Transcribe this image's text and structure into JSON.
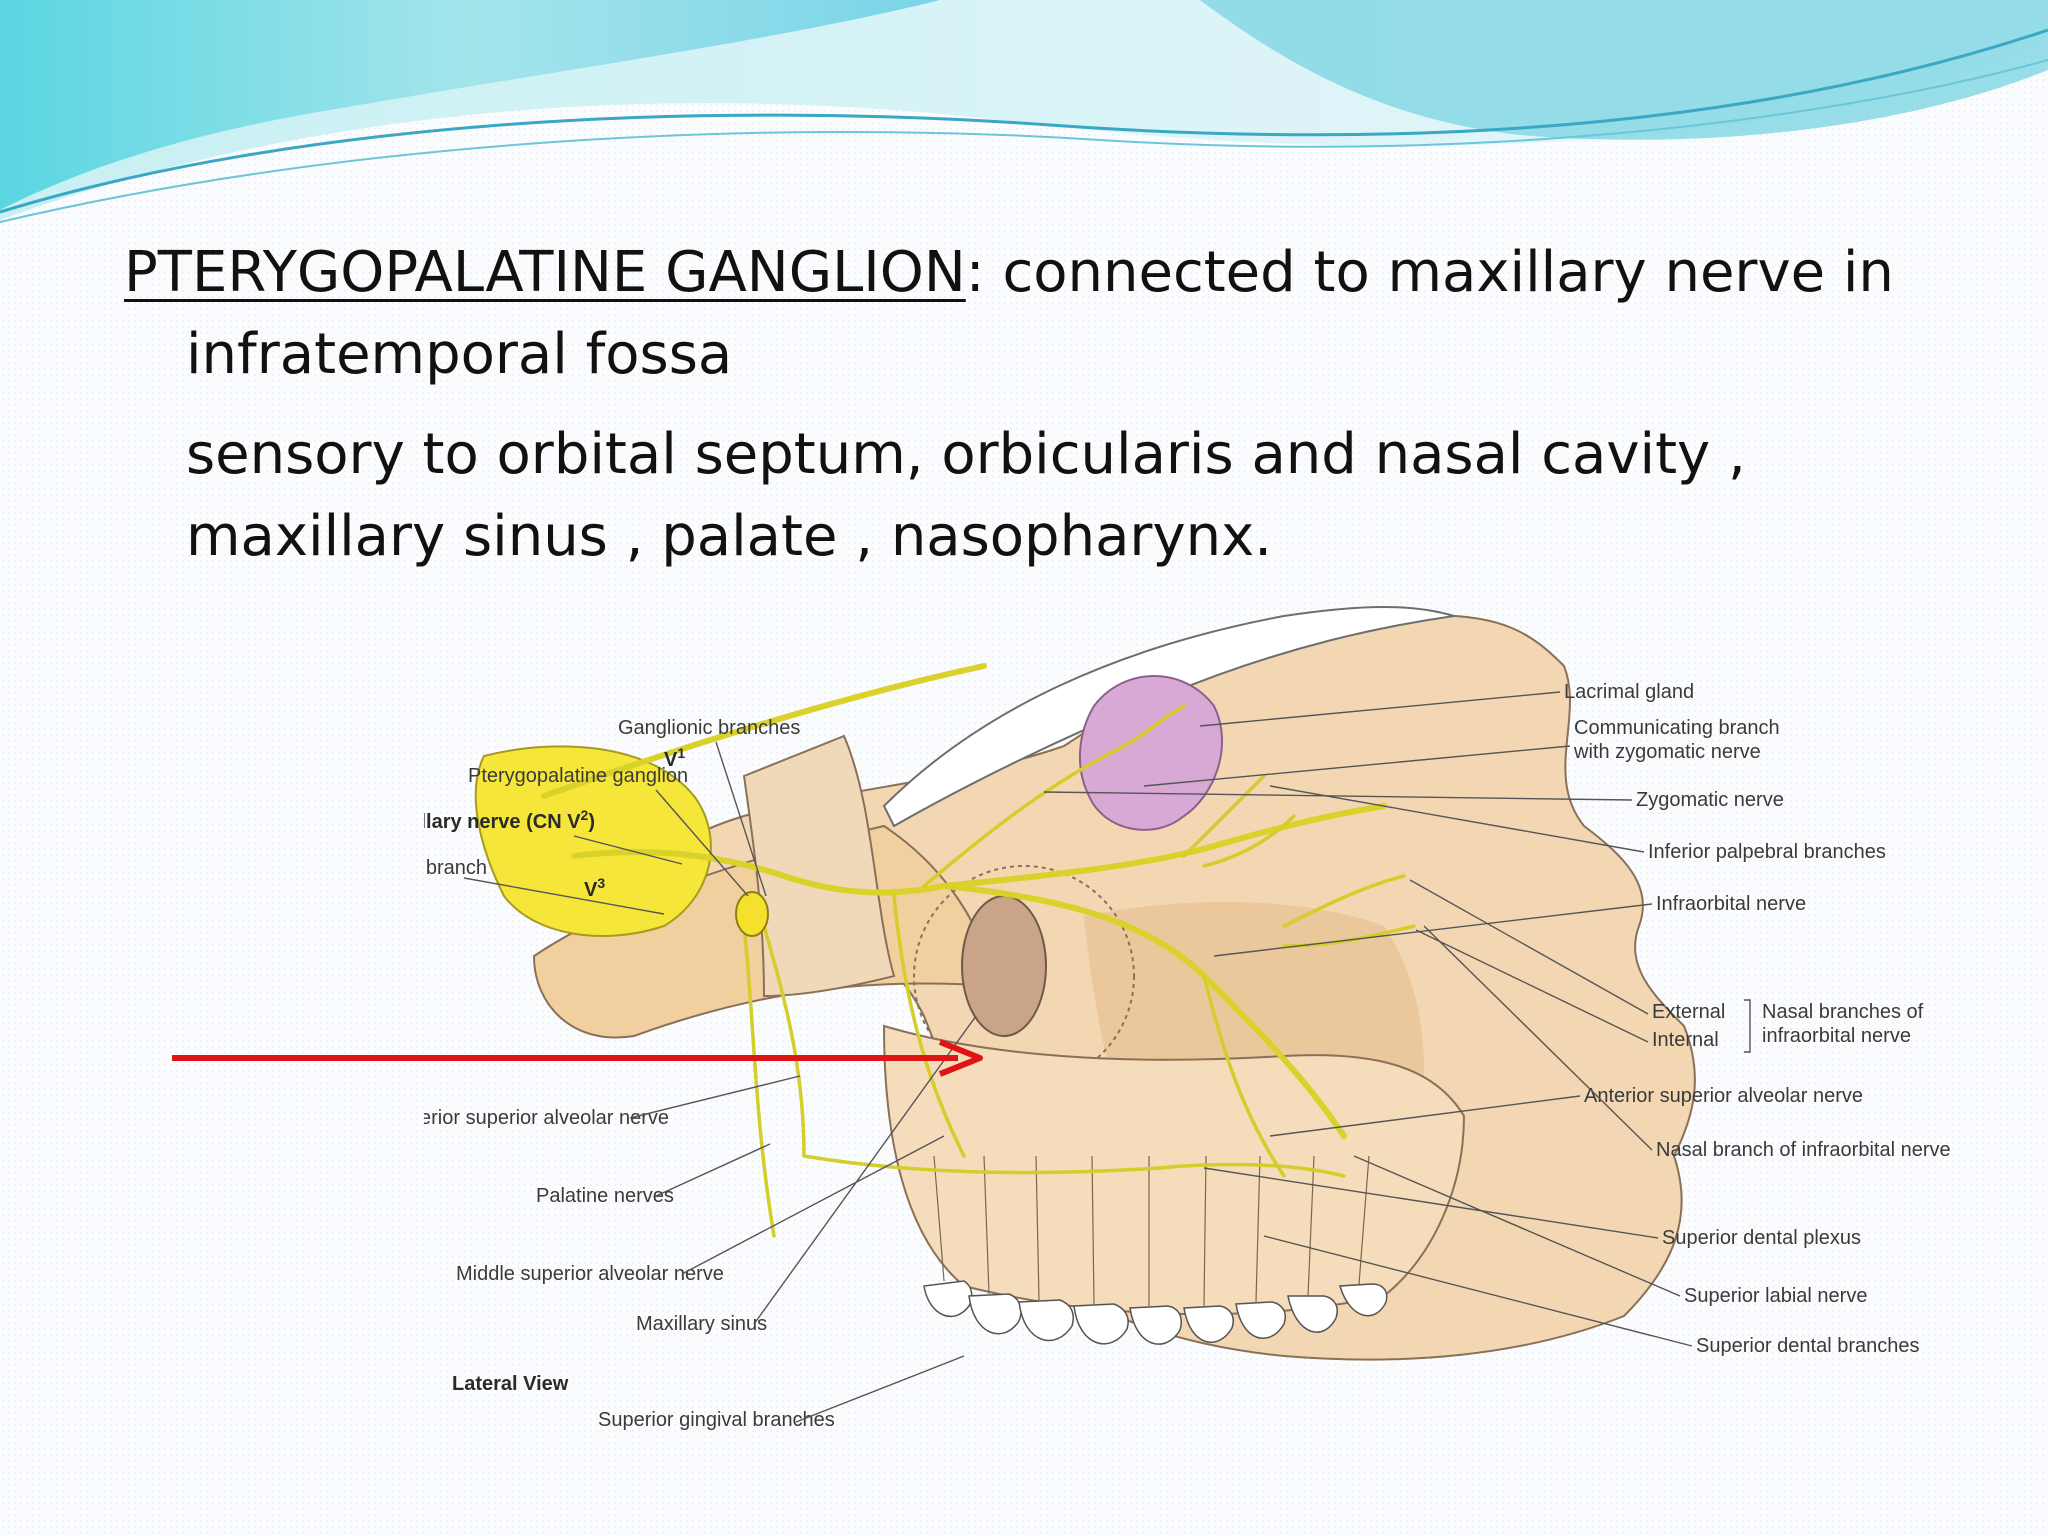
{
  "slide": {
    "heading_term": "PTERYGOPALATINE GANGLION",
    "heading_rest": ": connected to maxillary nerve in infratemporal fossa",
    "paragraph_2": "sensory to orbital septum, orbicularis and nasal cavity , maxillary sinus , palate , nasopharynx."
  },
  "figure": {
    "view_label": "Lateral View",
    "labels_left": {
      "ganglionic_branches": "Ganglionic branches",
      "pterygopalatine_ganglion": "Pterygopalatine ganglion",
      "maxillary_nerve_text": "Maxillary nerve (CN V",
      "maxillary_nerve_sup": "2",
      "maxillary_nerve_close": ")",
      "meningeal_branch": "Meningeal branch",
      "posterior_superior_alveolar": "Posterior superior alveolar nerve",
      "palatine_nerves": "Palatine nerves",
      "middle_superior_alveolar": "Middle superior alveolar nerve",
      "maxillary_sinus": "Maxillary sinus",
      "superior_gingival": "Superior gingival branches"
    },
    "labels_right": {
      "lacrimal_gland": "Lacrimal gland",
      "communicating_branch_1": "Communicating branch",
      "communicating_branch_2": "with zygomatic nerve",
      "zygomatic_nerve": "Zygomatic nerve",
      "inferior_palpebral": "Inferior palpebral branches",
      "infraorbital_nerve": "Infraorbital nerve",
      "external": "External",
      "internal": "Internal",
      "nasal_branches_1": "Nasal branches of",
      "nasal_branches_2": "infraorbital nerve",
      "anterior_superior_alveolar": "Anterior superior alveolar nerve",
      "nasal_branch_infraorbital": "Nasal branch of infraorbital nerve",
      "superior_dental_plexus": "Superior dental plexus",
      "superior_labial": "Superior labial nerve",
      "superior_dental_branches": "Superior dental branches"
    },
    "division_marks": {
      "v1": "V",
      "v1_sup": "1",
      "v3": "V",
      "v3_sup": "3"
    }
  },
  "colors": {
    "bone": "#f3d7b3",
    "bone_shadow": "#e7c193",
    "nerve": "#d8d22a",
    "lacrimal_gland": "#d9a9d6",
    "arrow": "#e01414",
    "wave_teal": "#5ccfdc"
  }
}
